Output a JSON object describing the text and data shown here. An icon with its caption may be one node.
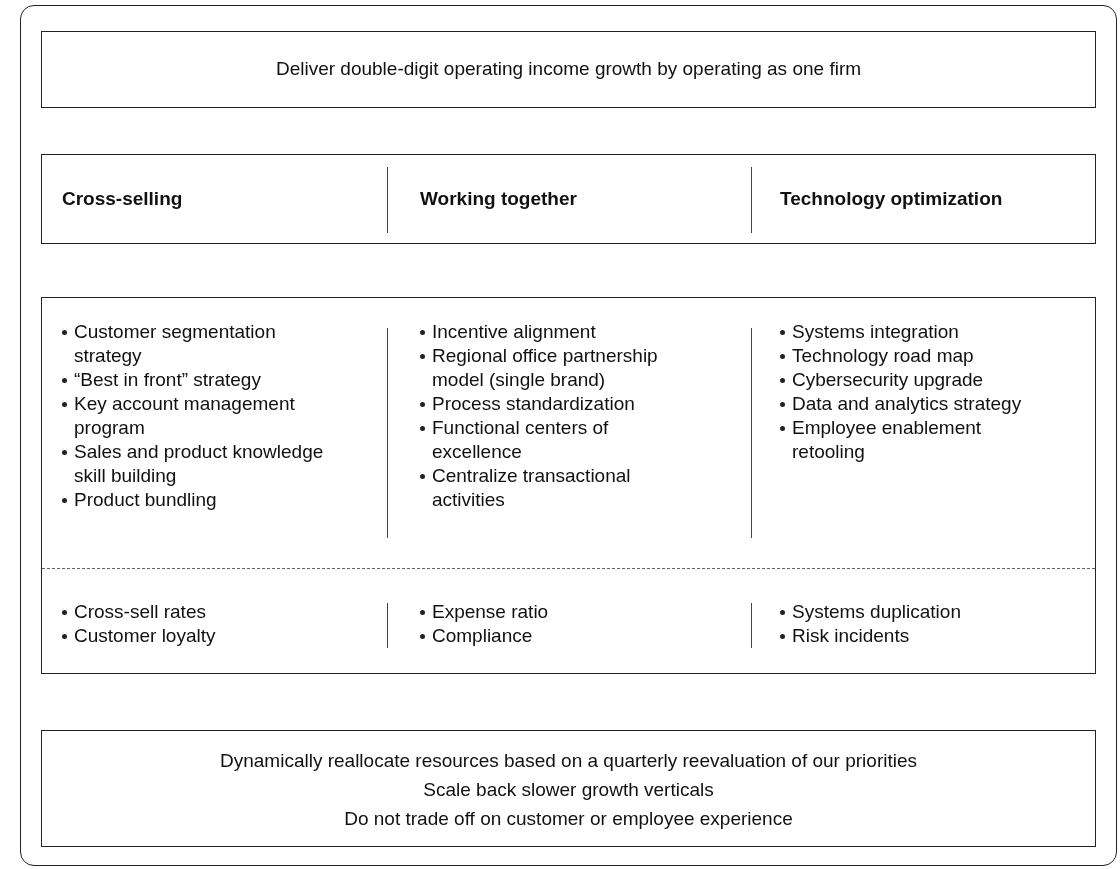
{
  "diagram": {
    "nodes": [
      {
        "text": [],
        "shape": "box"
      },
      {
        "text": [
          "Deliver double-digit operating income growth by operating as one firm"
        ],
        "in": 0
      },
      {
        "text": [
          "Cross-selling",
          "Working together",
          "Technology optimization"
        ],
        "in": 0
      },
      {
        "text": [
          "Customer segmentation strategy",
          "“Best in front” strategy",
          "Key account management program",
          "Sales and product knowledge skill building",
          "Product bundling",
          "Incentive alignment",
          "Regional office partnership model (single brand)",
          "Process standardization",
          "Functional centers of excellence",
          "Centralize transactional activities",
          "Systems integration",
          "Technology road map",
          "Cybersecurity upgrade",
          "Data and analytics strategy",
          "Employee enablement retooling",
          "Cross-sell rates",
          "Customer loyalty",
          "Expense ratio",
          "Compliance",
          "Systems duplication",
          "Risk incidents"
        ],
        "in": 0
      },
      {
        "text": [
          "Dynamically reallocate resources based on a quarterly reevaluation of our priorities",
          "Scale back slower growth verticals",
          "Do not trade off on customer or employee experience"
        ],
        "in": 0
      }
    ],
    "edges": []
  }
}
